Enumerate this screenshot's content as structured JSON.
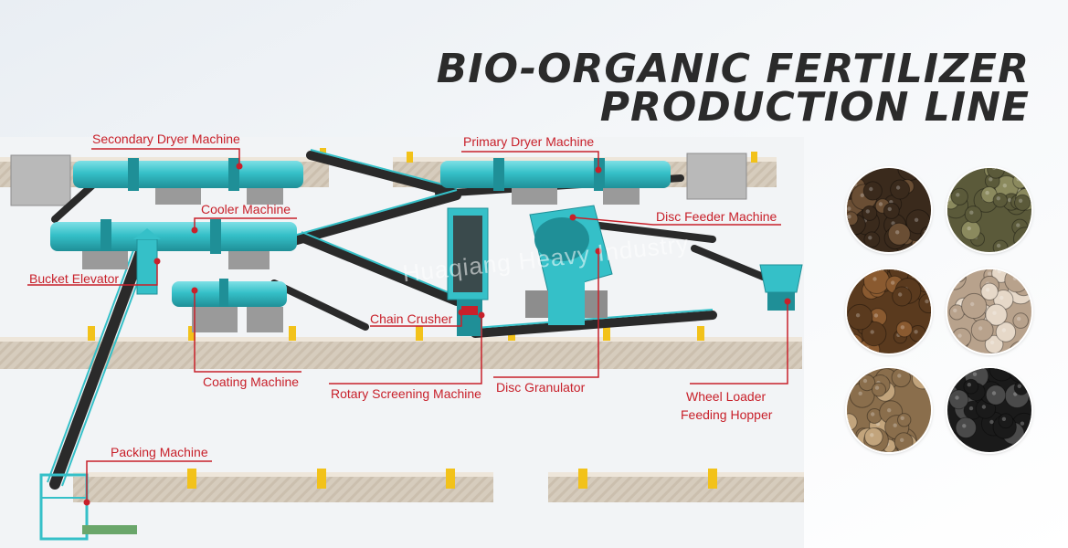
{
  "title": {
    "line1": "BIO-ORGANIC FERTILIZER",
    "line2": "PRODUCTION LINE"
  },
  "watermark": "Huaqiang Heavy Industry",
  "labels": {
    "secondary_dryer": "Secondary Dryer Machine",
    "primary_dryer": "Primary Dryer Machine",
    "cooler": "Cooler Machine",
    "disc_feeder": "Disc Feeder Machine",
    "bucket_elevator": "Bucket Elevator",
    "chain_crusher": "Chain Crusher",
    "coating": "Coating Machine",
    "rotary_screening": "Rotary Screening Machine",
    "disc_granulator": "Disc Granulator",
    "wheel_loader_1": "Wheel Loader",
    "wheel_loader_2": "Feeding Hopper",
    "packing": "Packing Machine"
  },
  "colors": {
    "machine_teal": "#35c0c8",
    "machine_dark": "#1f8f97",
    "belt_dark": "#2a2a2a",
    "leader_red": "#c8202a",
    "wall_tan": "#d9cfc0",
    "title_text": "#2b2b2b",
    "marker_yellow": "#f2c21a"
  },
  "samples": [
    {
      "name": "dark-brown-pellets",
      "base": "#3a2a1c",
      "hi": "#6a4e34"
    },
    {
      "name": "olive-green-pellets",
      "base": "#5b5a3a",
      "hi": "#8b8a5e"
    },
    {
      "name": "brown-granules",
      "base": "#5a3a1e",
      "hi": "#8a5a30"
    },
    {
      "name": "beige-balls",
      "base": "#b8a28c",
      "hi": "#e6d8c8"
    },
    {
      "name": "tan-balls",
      "base": "#8a6e4c",
      "hi": "#c2a47c"
    },
    {
      "name": "black-balls",
      "base": "#1a1a1a",
      "hi": "#4a4a4a"
    }
  ]
}
